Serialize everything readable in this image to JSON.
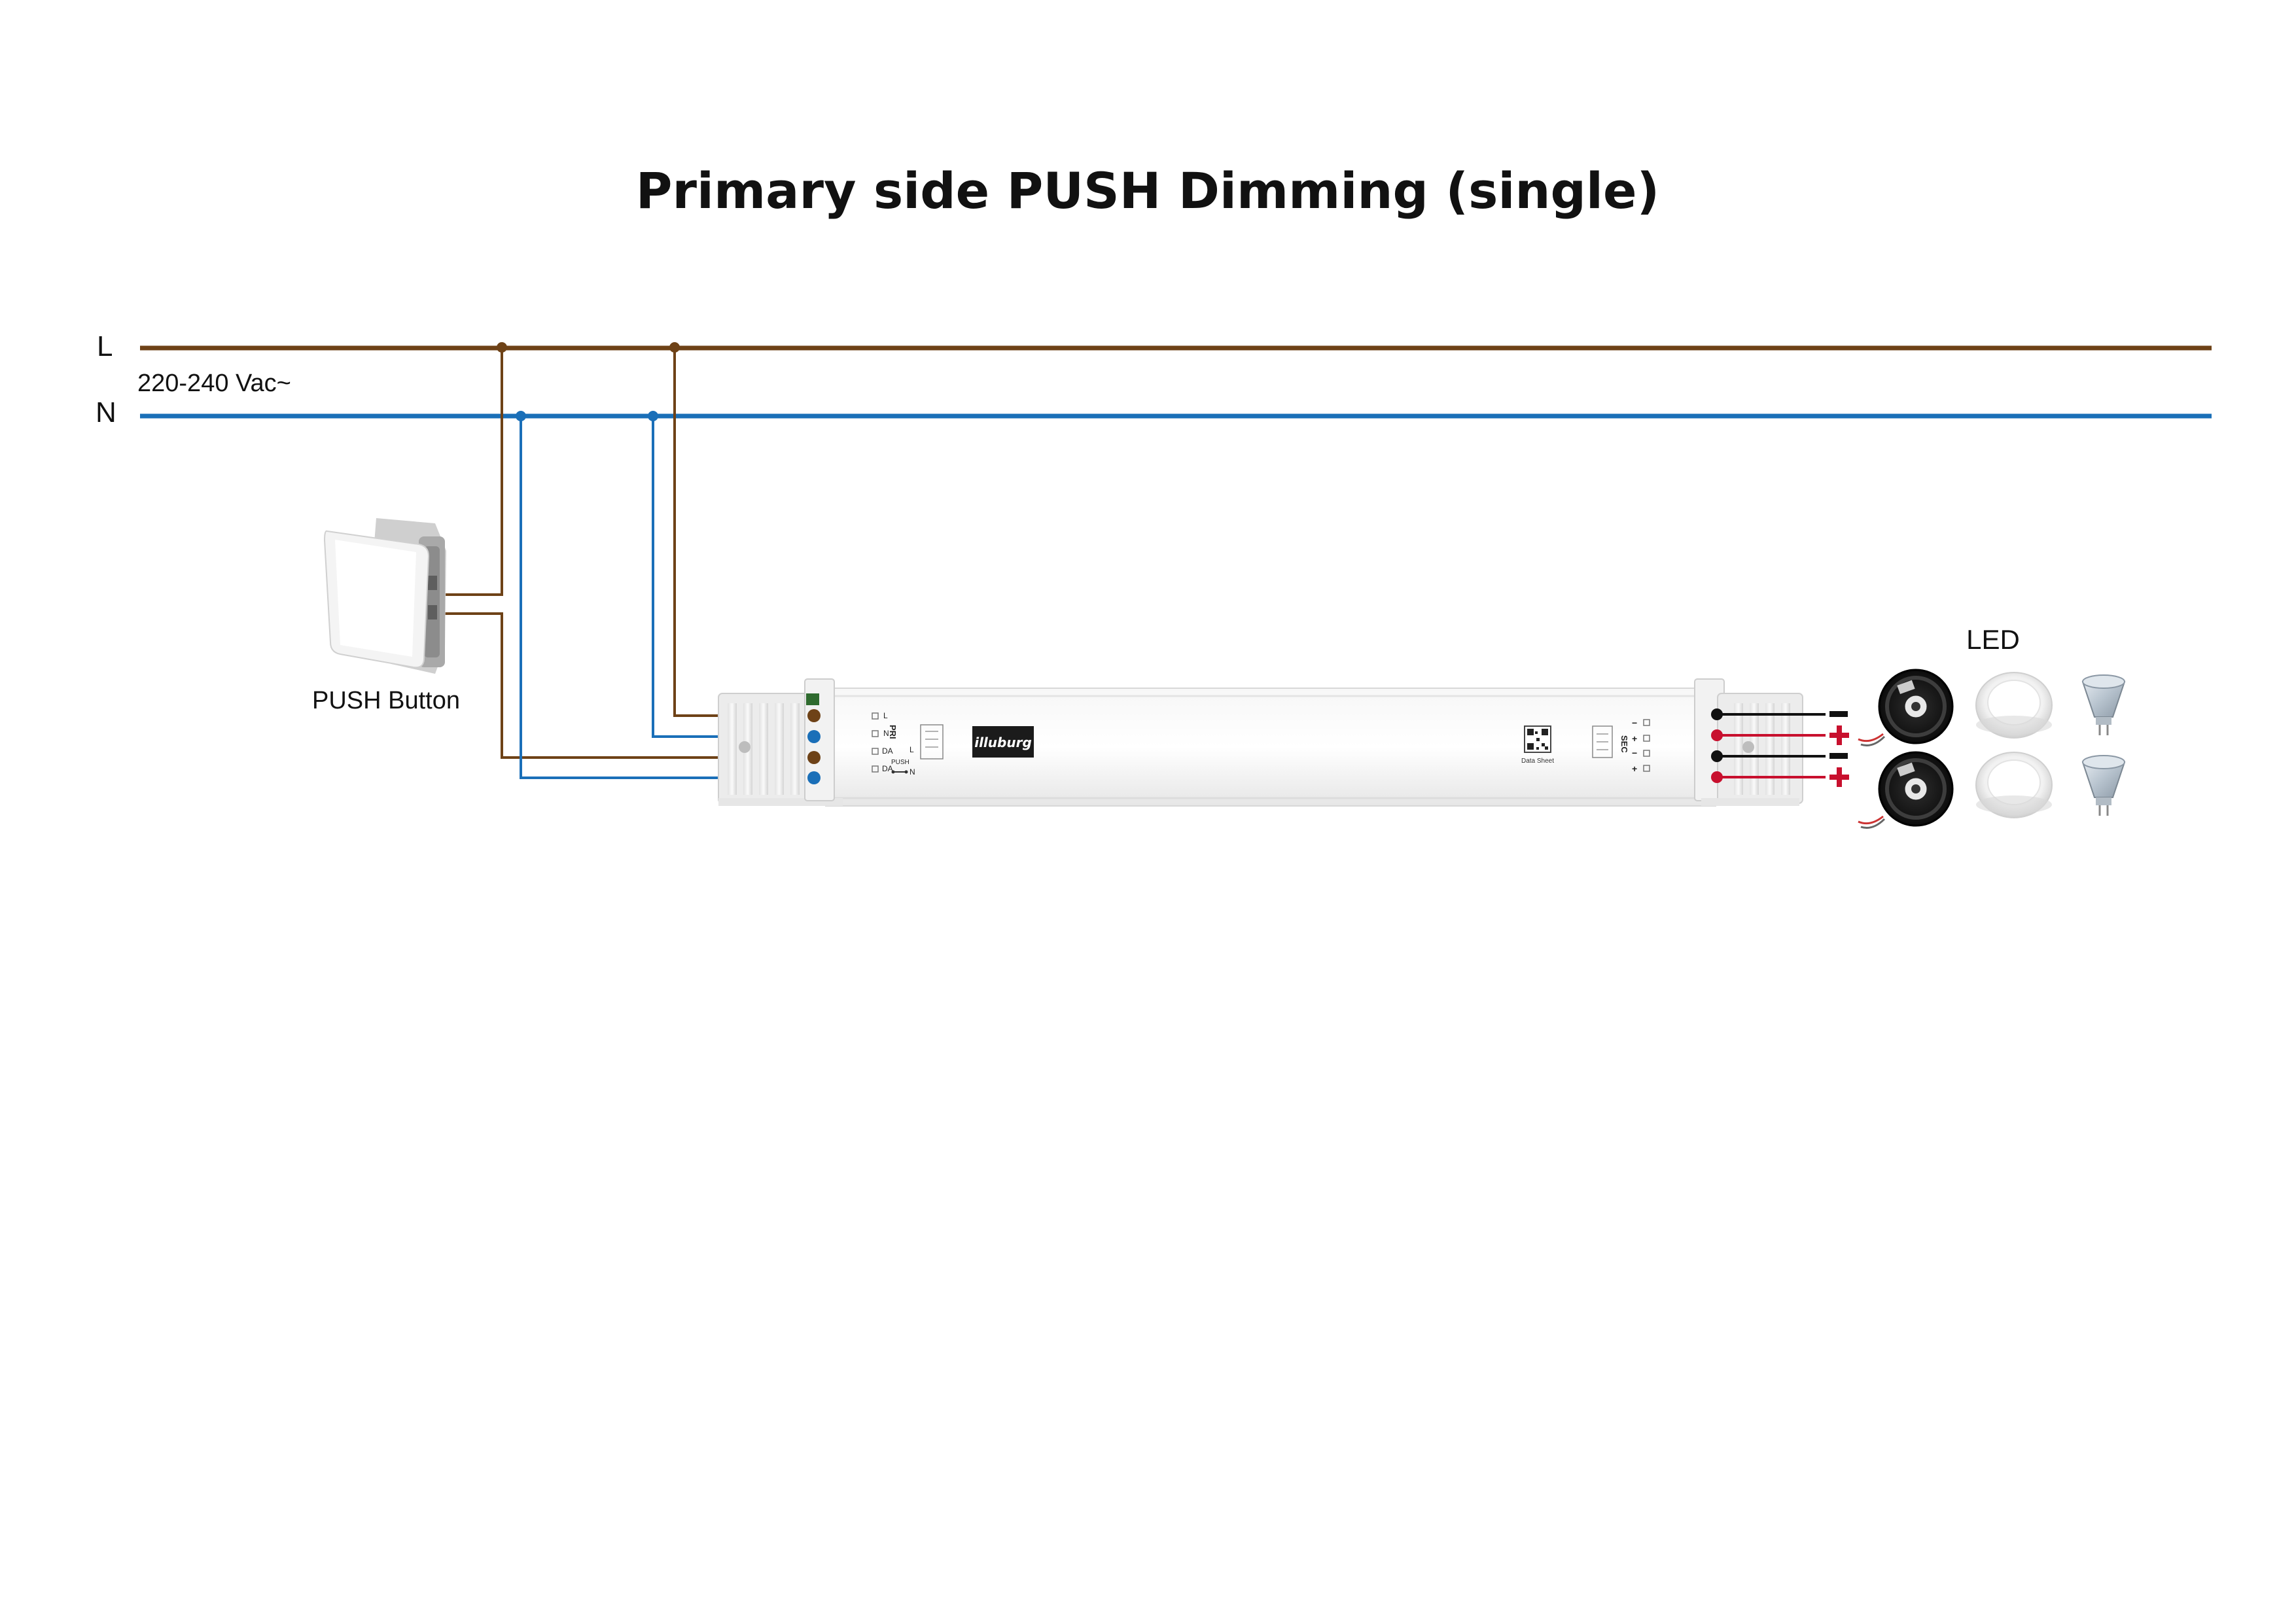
{
  "title": "Primary side PUSH Dimming (single)",
  "mains": {
    "line_label": "L",
    "neutral_label": "N",
    "voltage_label": "220-240 Vac~",
    "line_color": "#6e4217",
    "neutral_color": "#1a6fb8"
  },
  "push_button": {
    "label": "PUSH Button",
    "icon": "push-switch-icon"
  },
  "driver": {
    "brand": "illuburg",
    "primary_header": "PRI",
    "primary_terminals": [
      "L",
      "N",
      "DA",
      "DA"
    ],
    "push_caption": "PUSH",
    "push_l": "L",
    "push_n": "N",
    "secondary_header": "SEC",
    "secondary_terminals": [
      "−",
      "+",
      "−",
      "+"
    ],
    "qr_caption": "Data Sheet"
  },
  "outputs": {
    "minus_sign": "−",
    "plus_sign": "+",
    "minus_color": "#111111",
    "plus_color": "#c8102e"
  },
  "led": {
    "label": "LED",
    "icons": [
      "led-strip-reel-icon",
      "downlight-icon",
      "mr16-spot-bulb-icon"
    ]
  }
}
